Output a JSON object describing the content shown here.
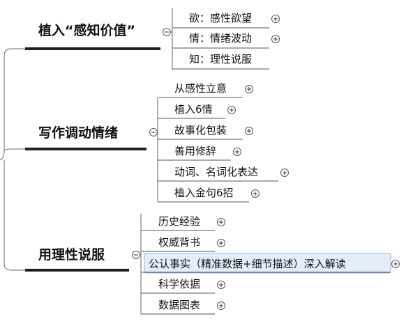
{
  "branches": [
    {
      "label": "植入“感知价值”",
      "children": [
        {
          "label": "欲：感性欲望"
        },
        {
          "label": "情：情绪波动"
        },
        {
          "label": "知：理性说服"
        }
      ]
    },
    {
      "label": "写作调动情绪",
      "children": [
        {
          "label": "从感性立意"
        },
        {
          "label": "植入6情"
        },
        {
          "label": "故事化包装"
        },
        {
          "label": "善用修辞"
        },
        {
          "label": "动词、名词化表达"
        },
        {
          "label": "植入金句6招"
        }
      ]
    },
    {
      "label": "用理性说服",
      "children": [
        {
          "label": "历史经验"
        },
        {
          "label": "权威背书"
        },
        {
          "label": "公认事实（精准数据+细节描述）深入解读",
          "selected": true
        },
        {
          "label": "科学依据"
        },
        {
          "label": "数据图表"
        }
      ]
    }
  ],
  "icons": {
    "collapse": "minus-circle-icon",
    "expand": "plus-circle-icon"
  },
  "colors": {
    "selection_fill": "#e4eefb",
    "selection_border": "#8fb3dd"
  }
}
